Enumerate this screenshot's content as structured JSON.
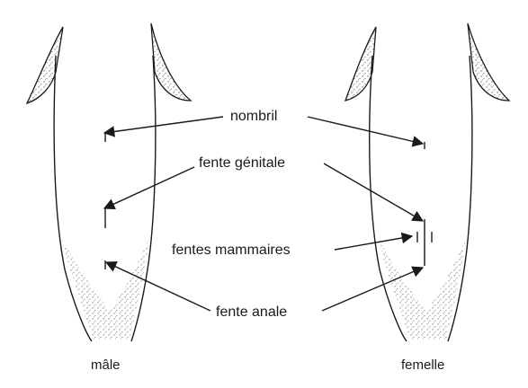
{
  "labels": {
    "navel": "nombril",
    "genital_slit": "fente génitale",
    "mammary_slits": "fentes mammaires",
    "anal_slit": "fente anale"
  },
  "captions": {
    "male": "mâle",
    "female": "femelle"
  },
  "colors": {
    "ink": "#1a1a1a",
    "stipple": "#7a7a7a",
    "background": "#ffffff"
  }
}
